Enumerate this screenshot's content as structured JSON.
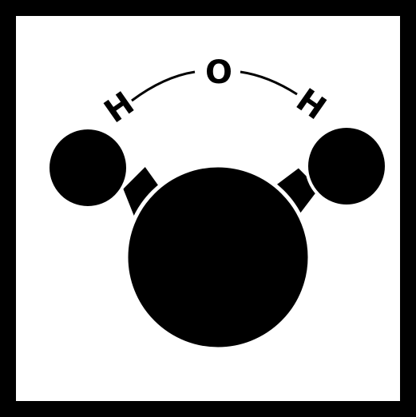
{
  "diagram": {
    "labels": {
      "oxygen": "O",
      "hydrogen_left": "H",
      "hydrogen_right": "H"
    },
    "colors": {
      "ink": "#000000",
      "paper": "#ffffff"
    },
    "icon": "water-molecule-icon"
  }
}
